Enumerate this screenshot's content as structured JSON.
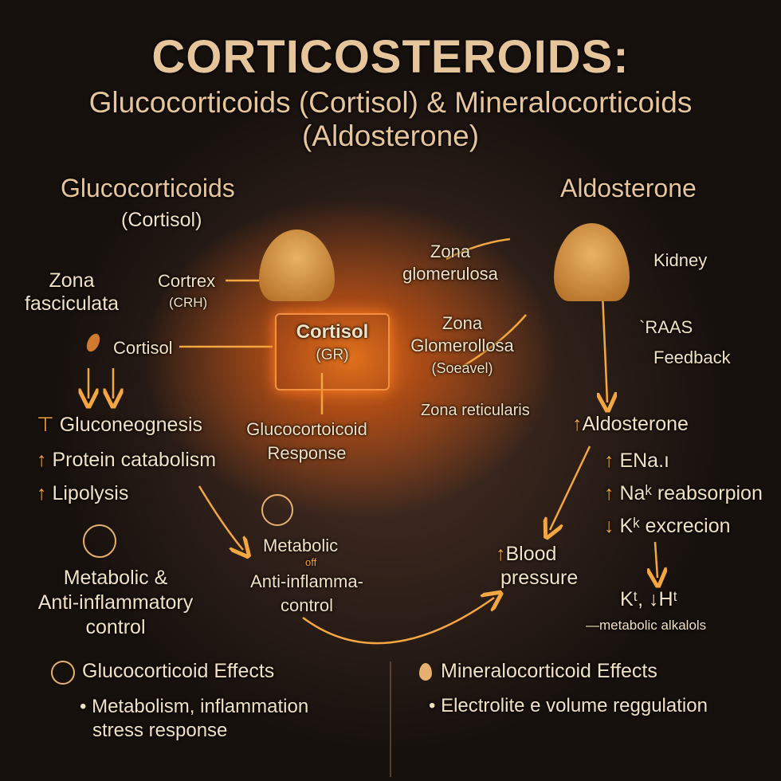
{
  "title": "CORTICOSTEROIDS:",
  "subtitle_line1": "Glucocorticoids (Cortisol) & Mineralocorticoids",
  "subtitle_line2": "(Aldosterone)",
  "left": {
    "heading": "Glucocorticoids",
    "heading_sub": "(Cortisol)",
    "zone_line1": "Zona",
    "zone_line2": "fasciculata",
    "cortrex": "Cortrex",
    "crh": "(CRH)",
    "cortisol": "Cortisol",
    "effects": [
      {
        "arrow": "⊤",
        "text": "Gluconeognesis"
      },
      {
        "arrow": "↑",
        "text": "Protein catabolism"
      },
      {
        "arrow": "↑",
        "text": "Lipolysis"
      }
    ],
    "control_line1": "Metabolic &",
    "control_line2": "Anti-inflammatory",
    "control_line3": "control"
  },
  "center": {
    "box_title": "Cortisol",
    "box_sub": "(GR)",
    "response_line1": "Glucocortoicoid",
    "response_line2": "Response",
    "zg_line1": "Zona",
    "zg_line2": "glomerulosa",
    "zg2_line1": "Zona",
    "zg2_line2": "Glomerollosa",
    "zg2_line3": "(Soeavel)",
    "zr": "Zona reticularis",
    "metabolic": "Metabolic",
    "off": "off",
    "anti_line1": "Anti-inflamma-",
    "anti_line2": "control"
  },
  "right": {
    "heading": "Aldosterone",
    "kidney": "Kidney",
    "raas": "`RAAS",
    "feedback": "Feedback",
    "aldo": "Aldosterone",
    "effects": [
      {
        "arrow": "↑",
        "text": "ENa.ı"
      },
      {
        "arrow": "↑",
        "text": "Naᵏ reabsorpion"
      },
      {
        "arrow": "↓",
        "text": "Kᵏ excrecion"
      }
    ],
    "bp_line1": "Blood",
    "bp_line2": "pressure",
    "ions": "Kᵗ, ↓Hᵗ",
    "alkalosis": "—metabolic alkalols"
  },
  "bottom": {
    "gluco_title": "Glucocorticoid Effects",
    "gluco_bullet1": "Metabolism, inflammation",
    "gluco_bullet2": "stress response",
    "mineral_title": "Mineralocorticoid Effects",
    "mineral_bullet": "Electrolite e volume reggulation"
  },
  "colors": {
    "accent": "#f4a640",
    "text": "#f2e2c4",
    "title": "#e6c59a"
  }
}
